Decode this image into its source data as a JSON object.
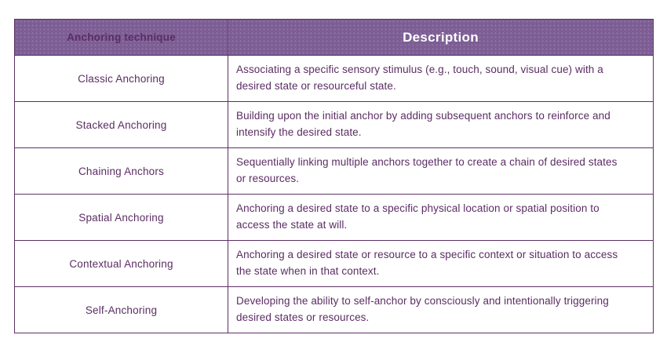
{
  "table": {
    "headers": {
      "technique": "Anchoring technique",
      "description": "Description"
    },
    "rows": [
      {
        "technique": "Classic Anchoring",
        "description": "Associating a specific sensory stimulus (e.g., touch, sound, visual cue) with a desired state or resourceful state."
      },
      {
        "technique": "Stacked Anchoring",
        "description": "Building upon the initial anchor by adding subsequent anchors to reinforce and intensify the desired state."
      },
      {
        "technique": "Chaining Anchors",
        "description": "Sequentially linking multiple anchors together to create a chain of desired states or resources."
      },
      {
        "technique": "Spatial Anchoring",
        "description": "Anchoring a desired state to a specific physical location or spatial position to access the state at will."
      },
      {
        "technique": "Contextual Anchoring",
        "description": "Anchoring a desired state or resource to a specific context or situation to access the state when in that context."
      },
      {
        "technique": "Self-Anchoring",
        "description": "Developing the ability to self-anchor by consciously and intentionally triggering desired states or resources."
      }
    ],
    "colors": {
      "header_bg": "#7c5d94",
      "border": "#5d3064",
      "body_text": "#5b2d63",
      "header_text": "#ffffff",
      "page_bg": "#ffffff"
    }
  }
}
